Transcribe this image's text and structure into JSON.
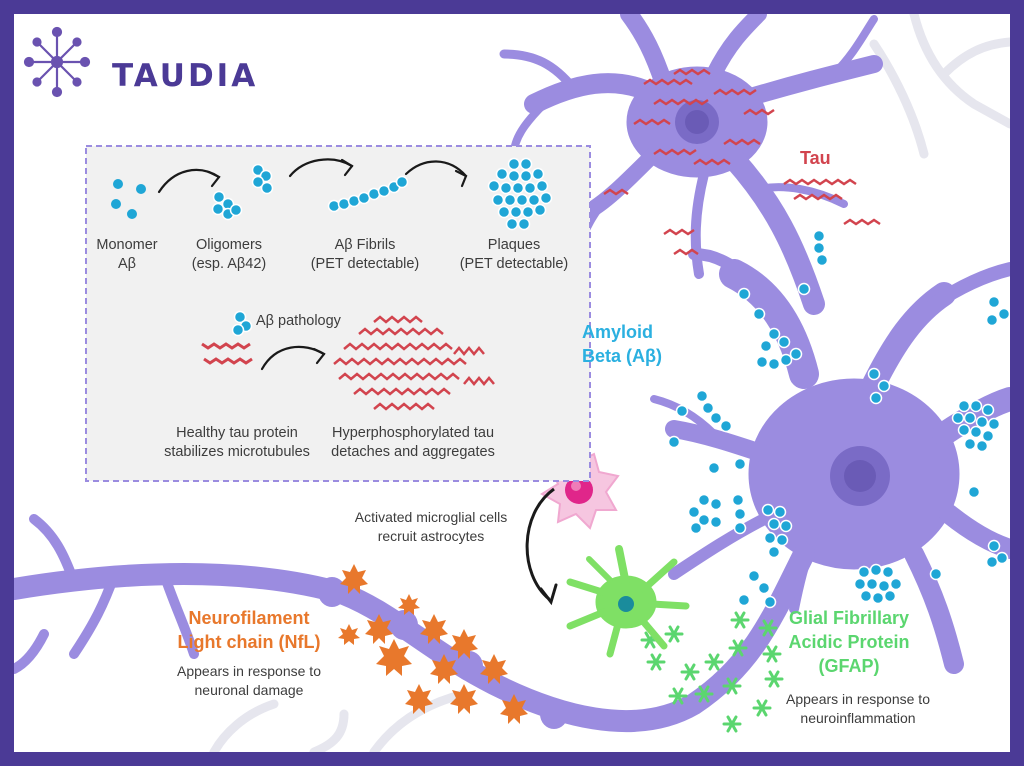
{
  "brand": {
    "name": "TAUDIA",
    "colors": {
      "frame": "#4b3a96",
      "neuron": "#9b8ce0",
      "tau": "#d2444e",
      "amyloid": "#1fa6d6",
      "nfl": "#e8782c",
      "gfap": "#5bd66f",
      "microglia": "#e0268a"
    }
  },
  "inset": {
    "stages": [
      {
        "line1": "Monomer",
        "line2": "Aβ"
      },
      {
        "line1": "Oligomers",
        "line2": "(esp. Aβ42)"
      },
      {
        "line1": "Aβ Fibrils",
        "line2": "(PET detectable)"
      },
      {
        "line1": "Plaques",
        "line2": "(PET detectable)"
      }
    ],
    "legend_label": "Aβ pathology",
    "tau_stages": [
      {
        "line1": "Healthy tau protein",
        "line2": "stabilizes microtubules"
      },
      {
        "line1": "Hyperphosphorylated tau",
        "line2": "detaches and aggregates"
      }
    ]
  },
  "labels": {
    "tau": "Tau",
    "amyloid": {
      "line1": "Amyloid",
      "line2": "Beta (Aβ)"
    },
    "microglia": {
      "line1": "Activated microglial cells",
      "line2": "recruit astrocytes"
    },
    "nfl": {
      "title1": "Neurofilament",
      "title2": "Light chain (NfL)",
      "note1": "Appears in response to",
      "note2": "neuronal damage"
    },
    "gfap": {
      "title1": "Glial Fibrillary",
      "title2": "Acidic Protein",
      "title3": "(GFAP)",
      "note1": "Appears in response to",
      "note2": "neuroinflammation"
    }
  }
}
